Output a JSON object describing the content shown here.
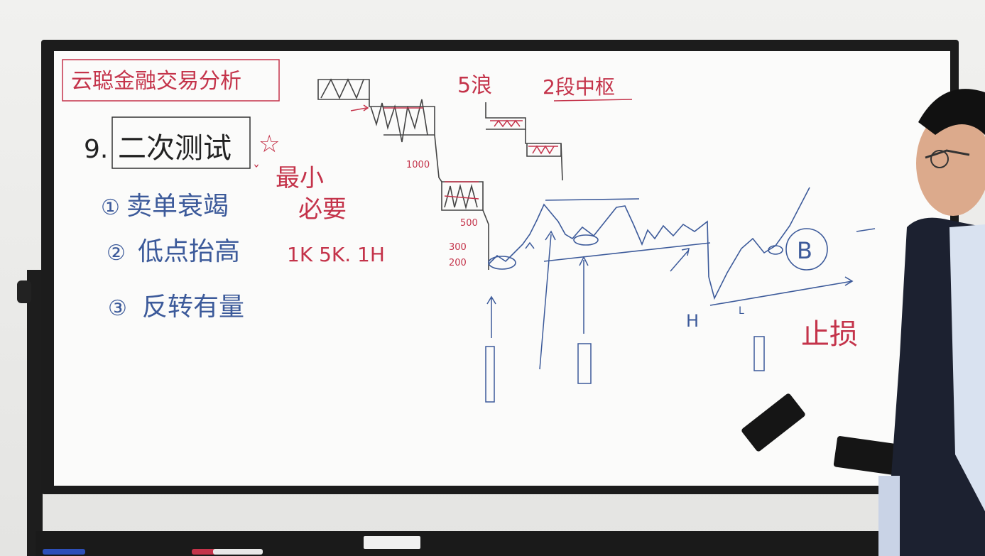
{
  "board": {
    "header_title": "云聪金融交易分析",
    "topic_number": "9.",
    "topic_title": "二次测试",
    "star_note_line1": "最小",
    "star_note_line2": "必要",
    "rules": [
      {
        "num": "①",
        "text": "卖单衰竭"
      },
      {
        "num": "②",
        "text": "低点抬高"
      },
      {
        "num": "③",
        "text": "反转有量"
      }
    ],
    "timeframes": "1K  5K. 1H",
    "wave_label": "5浪",
    "pivot_label": "2段中枢",
    "level_labels": [
      "1000",
      "500",
      "300",
      "200"
    ],
    "b_label": "B",
    "h_labels": [
      "H",
      "L"
    ],
    "stop_label": "止损"
  },
  "colors": {
    "red_ink": "#c4334a",
    "blue_ink": "#3c5a9a",
    "black_ink": "#333333"
  }
}
